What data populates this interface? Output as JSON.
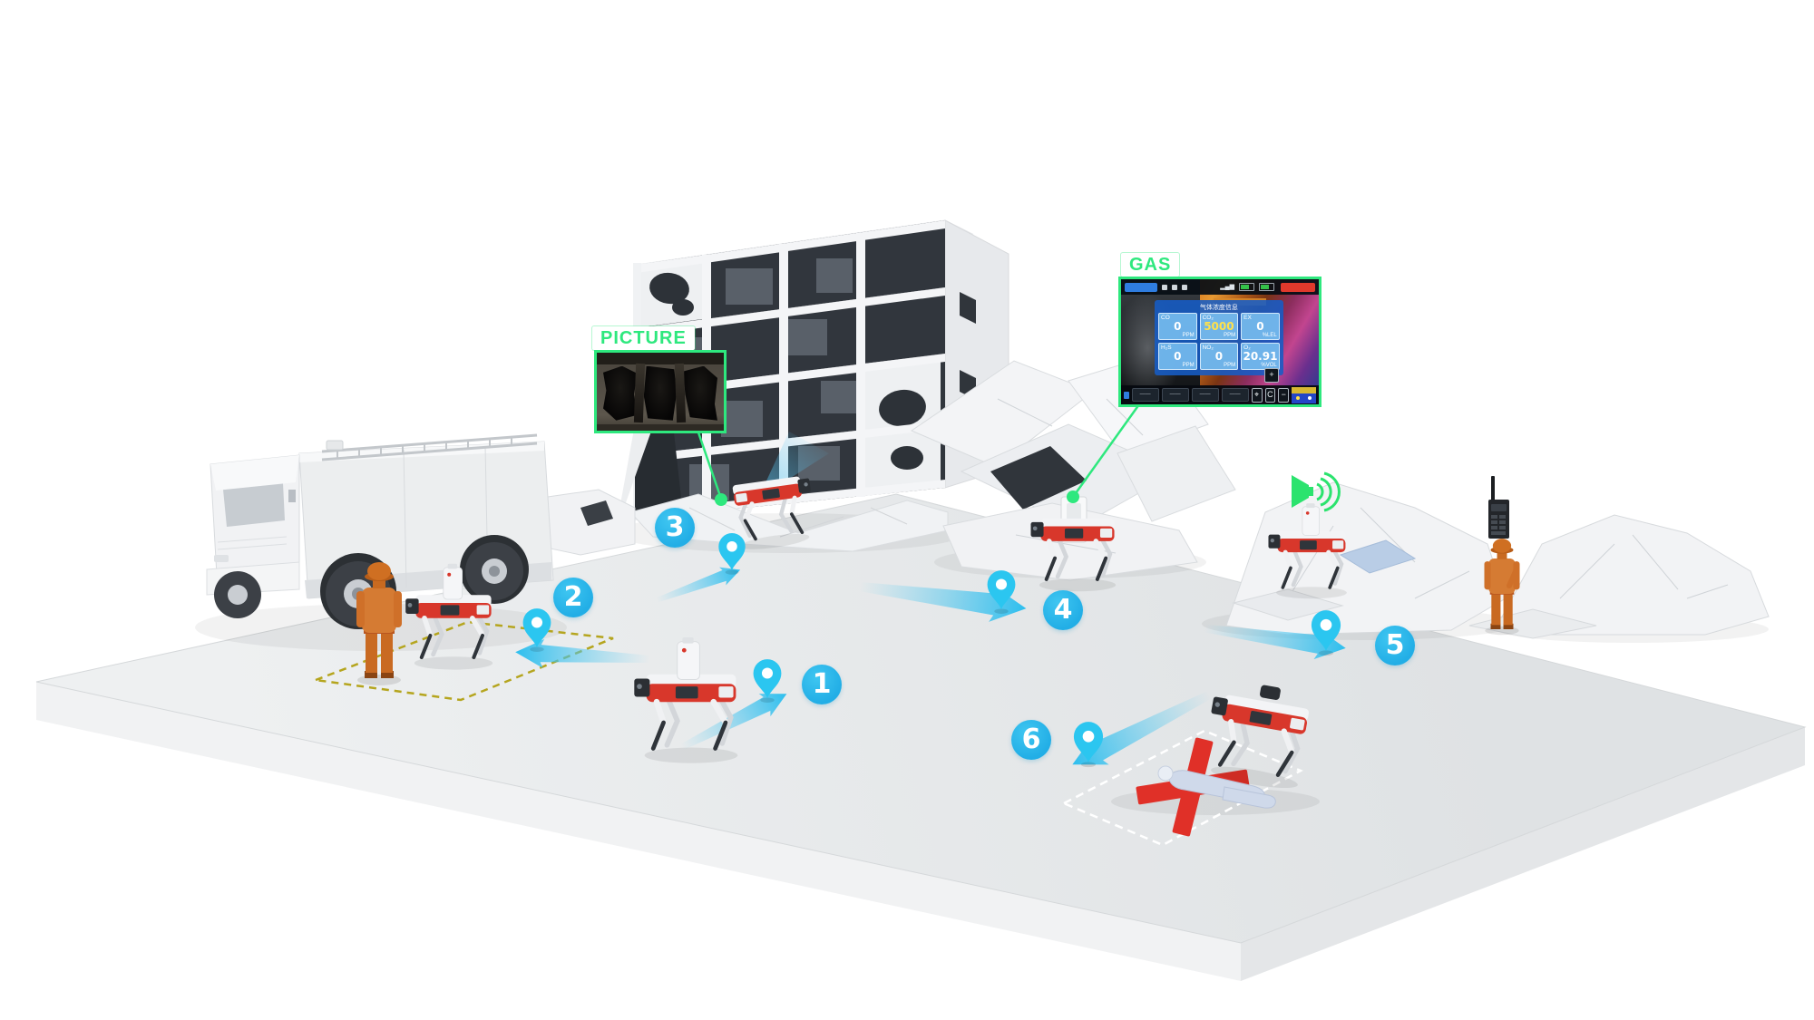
{
  "waypoints": [
    {
      "number": "1"
    },
    {
      "number": "2"
    },
    {
      "number": "3"
    },
    {
      "number": "4"
    },
    {
      "number": "5"
    },
    {
      "number": "6"
    }
  ],
  "callouts": {
    "picture": {
      "label": "PICTURE"
    },
    "gas": {
      "label": "GAS",
      "screen": {
        "panel_title": "气体浓度信息",
        "readings": [
          {
            "name": "CO",
            "value": "0",
            "unit": "PPM"
          },
          {
            "name": "CO₂",
            "value": "5000",
            "unit": "PPM"
          },
          {
            "name": "EX",
            "value": "0",
            "unit": "%LEL"
          },
          {
            "name": "H₂S",
            "value": "0",
            "unit": "PPM"
          },
          {
            "name": "NO₂",
            "value": "0",
            "unit": "PPM"
          },
          {
            "name": "O₂",
            "value": "20.91",
            "unit": "%VOL"
          }
        ],
        "toolbar": {
          "chips": [
            "——",
            "——",
            "——",
            "——"
          ],
          "locate_button": "⌖",
          "refresh_button": "C",
          "zoom_in": "+",
          "zoom_out": "−"
        }
      }
    }
  },
  "colors": {
    "accent_cyan": "#29b6e9",
    "pin_cyan": "#2bc6f0",
    "callout_green": "#2ee87e",
    "robot_red": "#d8372b",
    "cross_red": "#e03028",
    "figure_orange": "#d57b33",
    "co2_value_yellow": "#ffe14a"
  }
}
